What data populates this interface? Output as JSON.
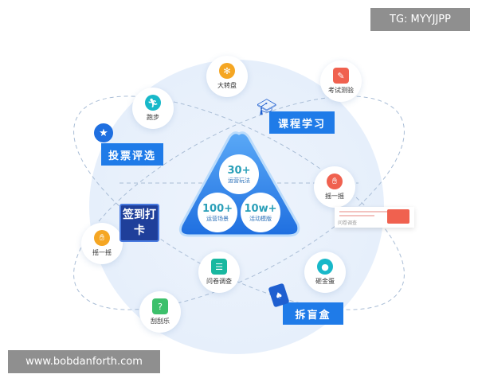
{
  "watermarks": {
    "top": "TG: MYYJJPP",
    "bottom": "www.bobdanforth.com"
  },
  "center": [
    {
      "num": "30+",
      "label": "运营玩法"
    },
    {
      "num": "100+",
      "label": "运营场景"
    },
    {
      "num": "10w+",
      "label": "活动模版"
    }
  ],
  "nodes": {
    "wheel": "大转盘",
    "exam": "考试测验",
    "run": "跑步",
    "shake_right": "摇一摇",
    "shake_left": "摇一摇",
    "survey": "问卷调查",
    "egg": "砸金蛋",
    "scratch": "刮刮乐"
  },
  "tags": {
    "course": "课程学习",
    "vote": "投票评选",
    "blindbox": "拆盲盒",
    "checkin": "签到打卡"
  },
  "card": {
    "text": "问卷调查"
  },
  "colors": {
    "accent": "#1f7be8",
    "background": "#e6effb"
  }
}
